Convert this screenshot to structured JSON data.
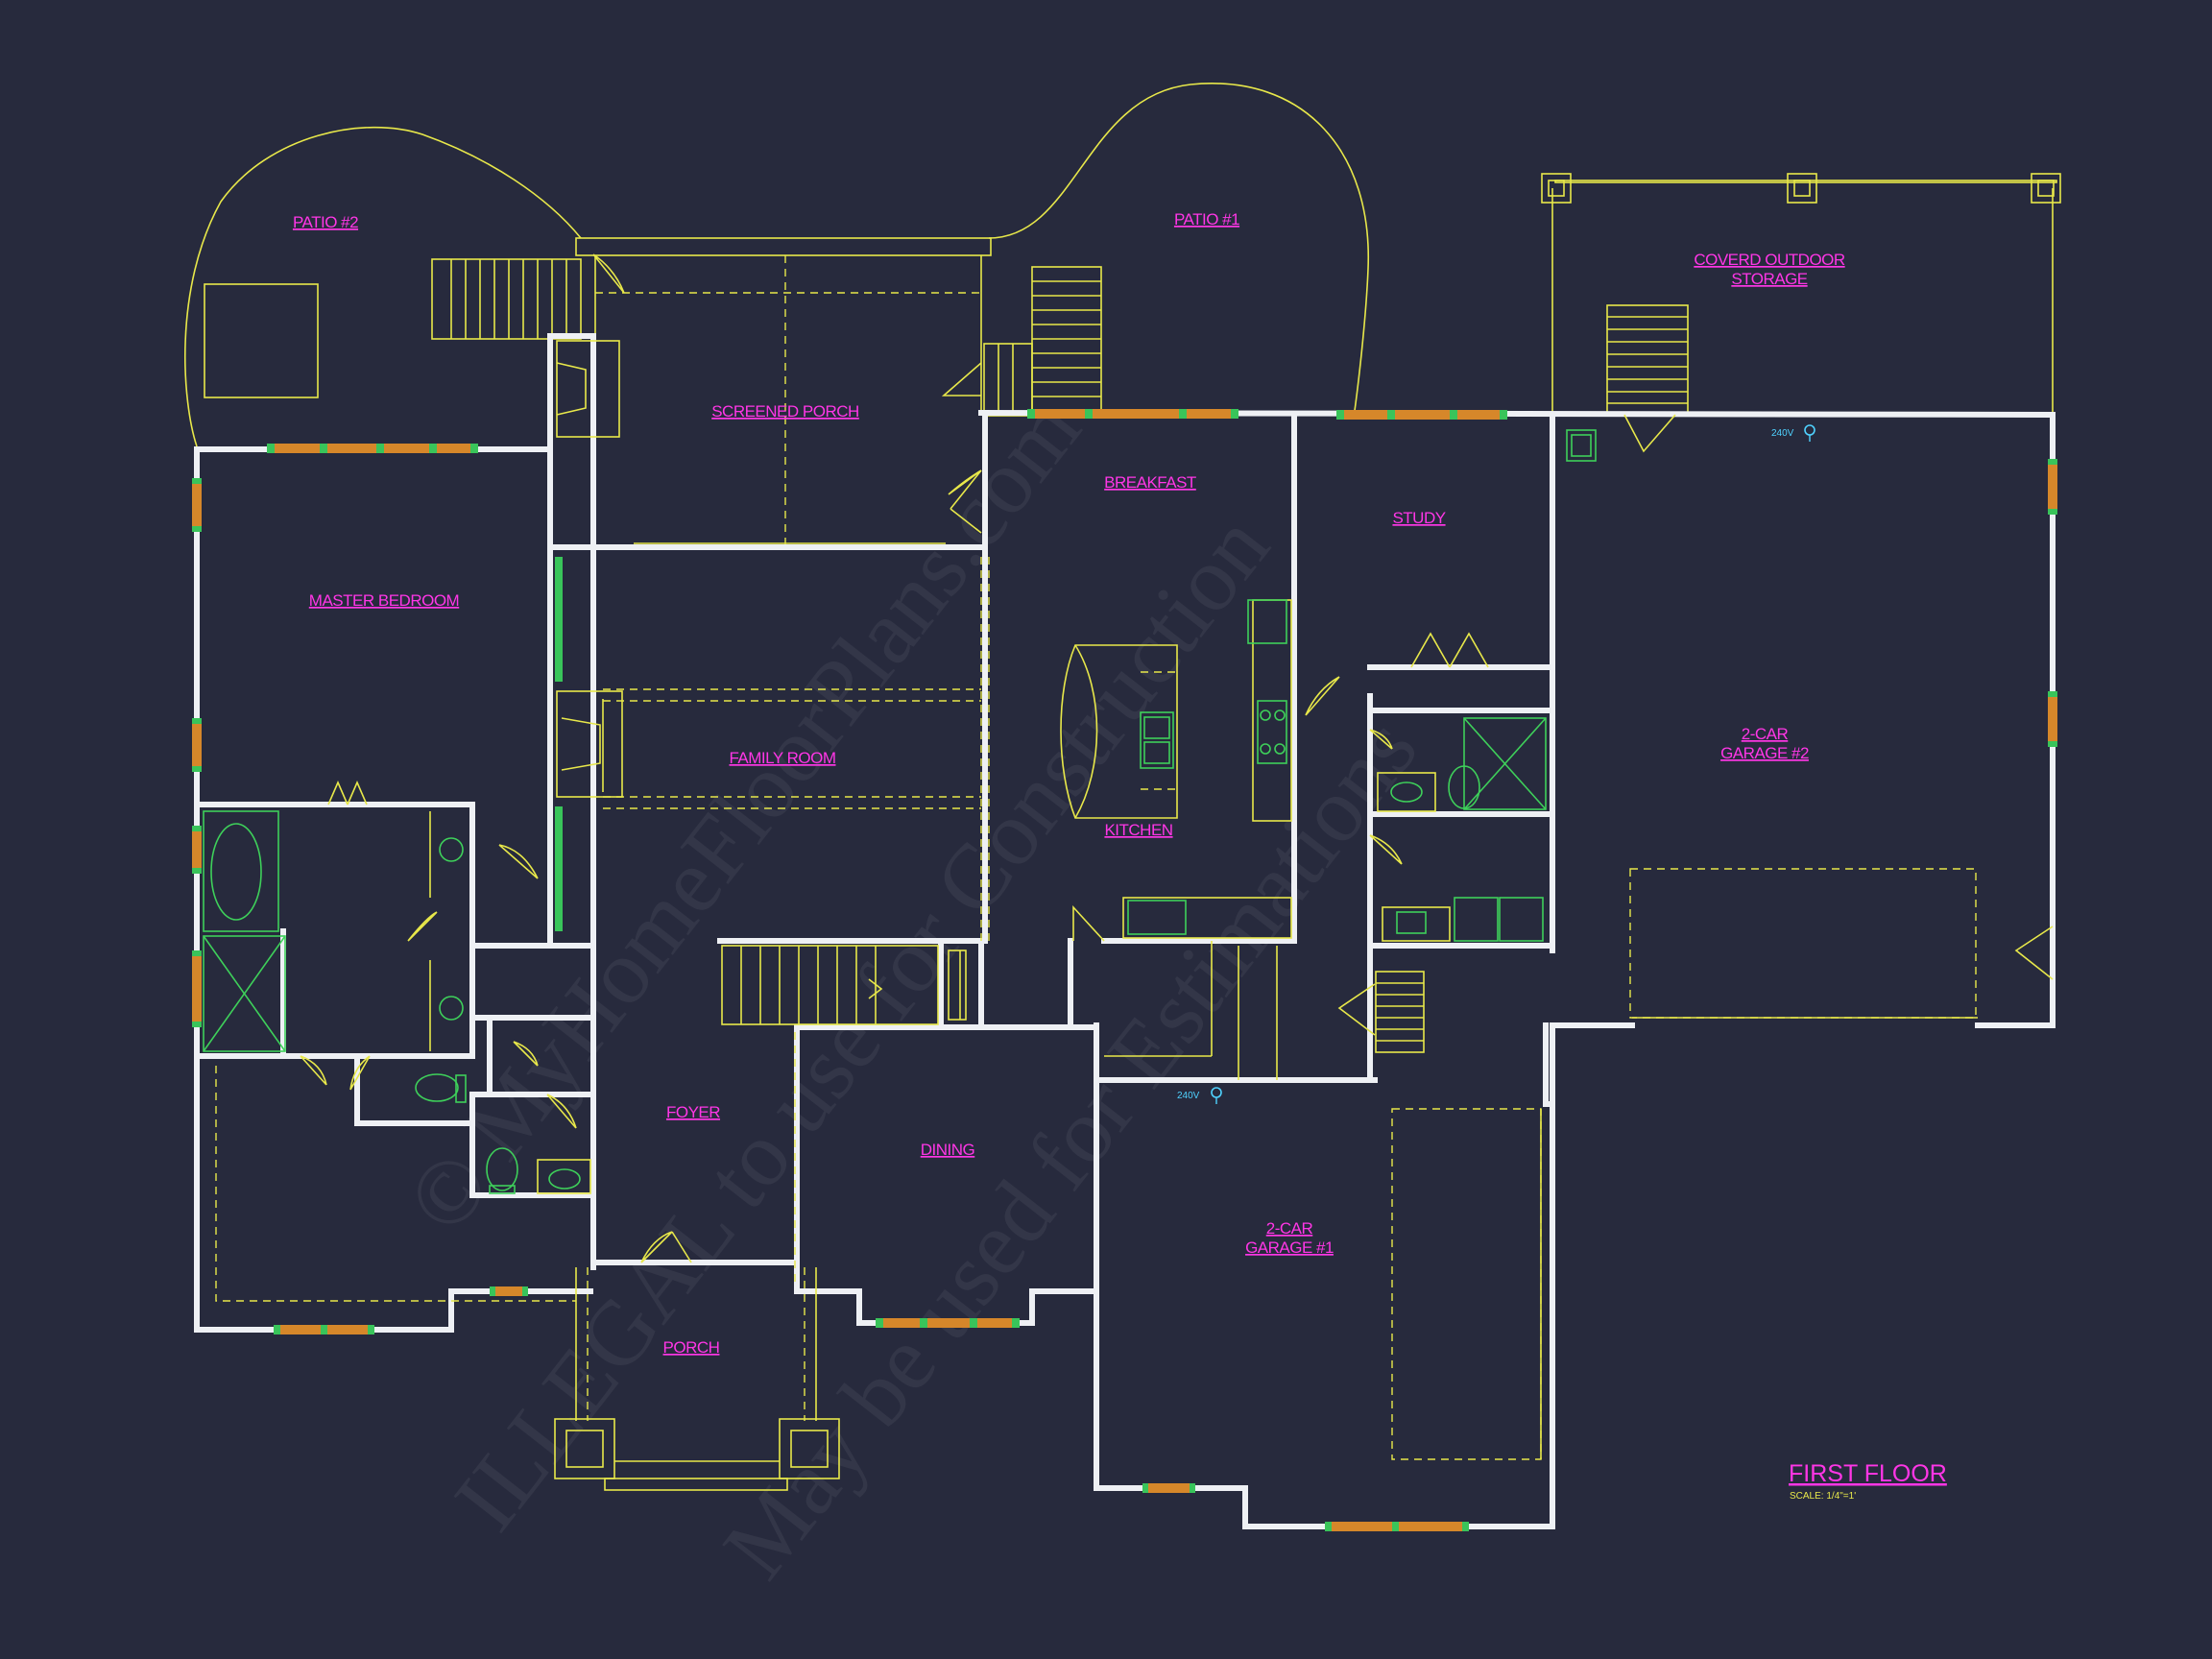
{
  "rooms": {
    "patio2": "PATIO #2",
    "patio1": "PATIO #1",
    "screened_porch": "SCREENED PORCH",
    "covered_storage_line1": "COVERD OUTDOOR",
    "covered_storage_line2": "STORAGE",
    "breakfast": "BREAKFAST",
    "study": "STUDY",
    "master_bedroom": "MASTER BEDROOM",
    "family_room": "FAMILY ROOM",
    "kitchen": "KITCHEN",
    "garage2_line1": "2-CAR",
    "garage2_line2": "GARAGE #2",
    "foyer": "FOYER",
    "dining": "DINING",
    "garage1_line1": "2-CAR",
    "garage1_line2": "GARAGE #1",
    "porch": "PORCH"
  },
  "sheet": {
    "title": "FIRST FLOOR",
    "scale": "SCALE: 1/4\"=1'"
  },
  "electrical": {
    "outlet_garage2": "240V",
    "outlet_garage1": "240V"
  },
  "watermark": {
    "line1": "© MyHomeFloorPlans.com",
    "line2": "ILLEGAL to use for Construction",
    "line3": "May be used for Estimations"
  },
  "colors": {
    "background": "#272a3d",
    "walls": "#eef0f4",
    "linework": "#e8e84a",
    "labels": "#ff36e6",
    "fixtures": "#3ed05a"
  }
}
